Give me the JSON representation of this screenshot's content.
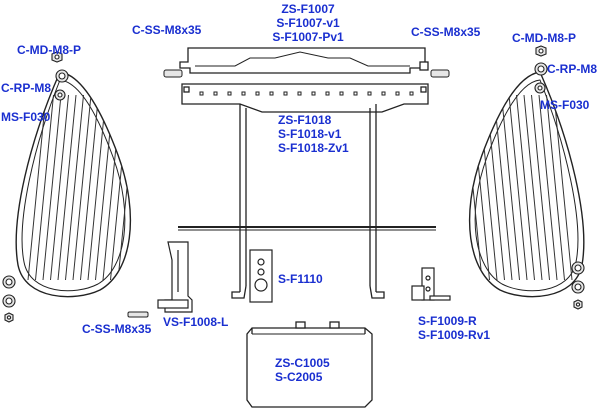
{
  "labels": {
    "zs_f1007": [
      "ZS-F1007",
      "S-F1007-v1",
      "S-F1007-Pv1"
    ],
    "c_ss_m8x35_left": "C-SS-M8x35",
    "c_ss_m8x35_right": "C-SS-M8x35",
    "c_ss_m8x35_bottom": "C-SS-M8x35",
    "c_md_m8_p_left": "C-MD-M8-P",
    "c_md_m8_p_right": "C-MD-M8-P",
    "c_rp_m8_left": "C-RP-M8",
    "c_rp_m8_right": "C-RP-M8",
    "ms_f030_left": "MS-F030",
    "ms_f030_right": "MS-F030",
    "zs_f1018": [
      "ZS-F1018",
      "S-F1018-v1",
      "S-F1018-Zv1"
    ],
    "s_f1110": "S-F1110",
    "vs_f1008_l": "VS-F1008-L",
    "s_f1009": [
      "S-F1009-R",
      "S-F1009-Rv1"
    ],
    "zs_c1005": [
      "ZS-C1005",
      "S-C2005"
    ]
  },
  "colors": {
    "label": "#1a2fd0",
    "stroke": "#222222",
    "fill": "#ffffff",
    "hardware": "#e6e6e6"
  }
}
